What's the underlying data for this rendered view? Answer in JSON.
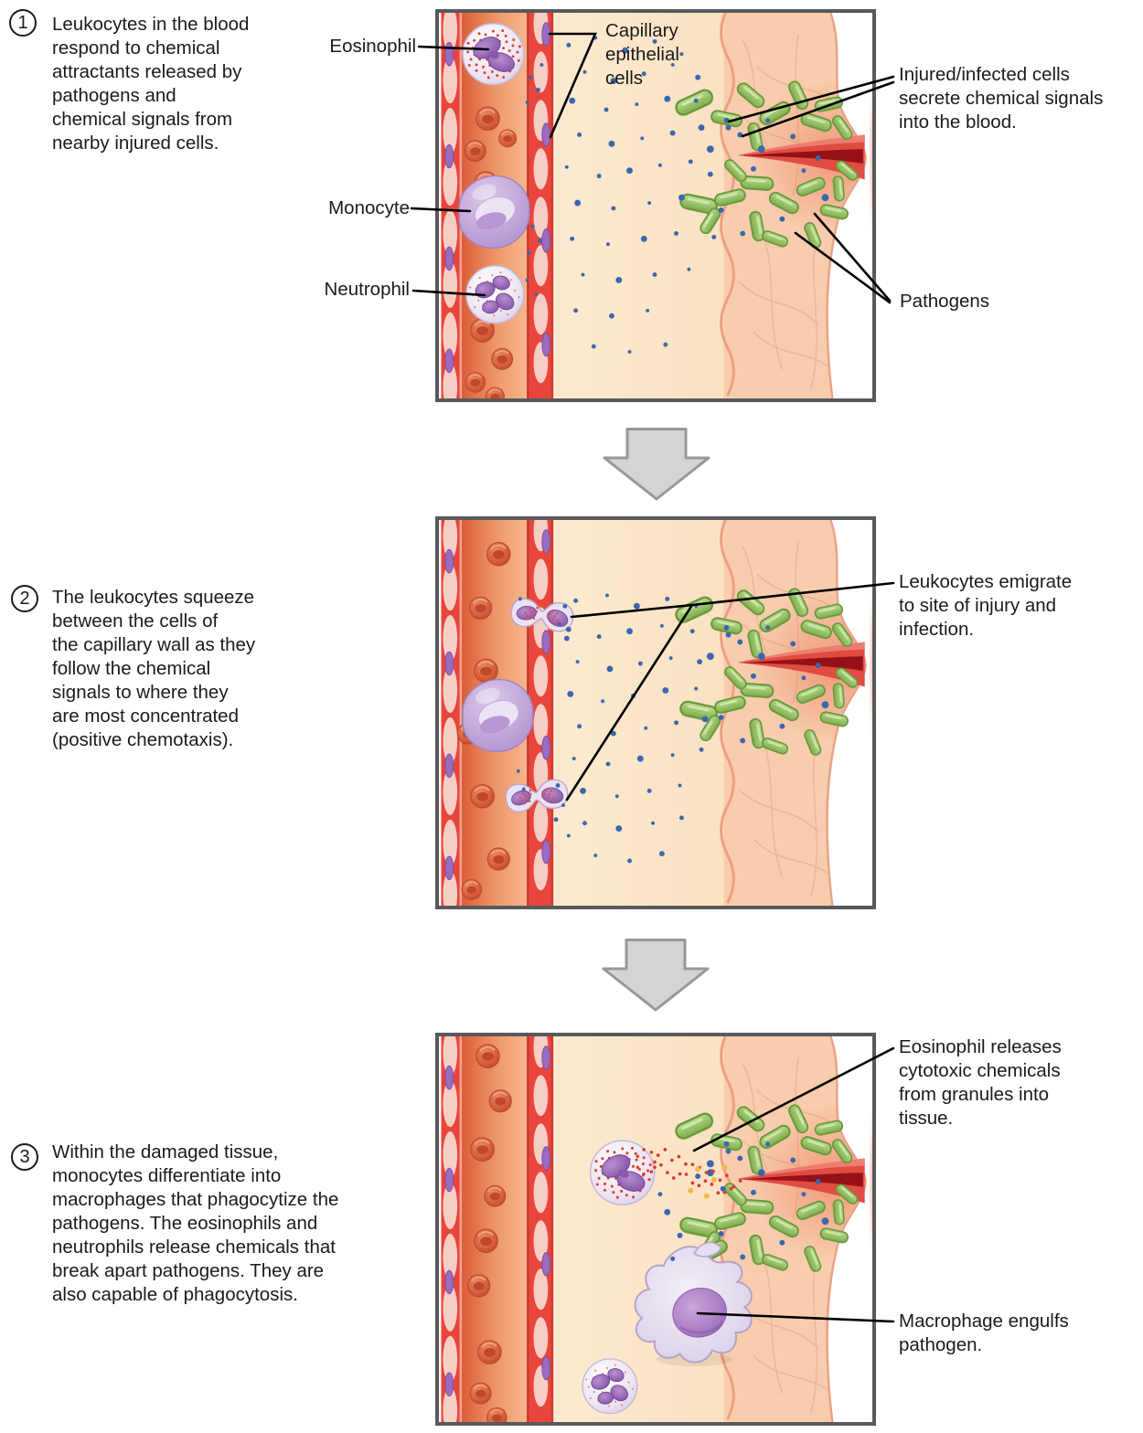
{
  "figure": {
    "steps": [
      {
        "number": "1",
        "text": "Leukocytes in the blood\nrespond to chemical\nattractants released by\npathogens and\nchemical signals from\nnearby injured cells."
      },
      {
        "number": "2",
        "text": "The leukocytes squeeze\nbetween the cells of\nthe capillary wall as they\nfollow the chemical\nsignals to where they\nare most concentrated\n(positive chemotaxis)."
      },
      {
        "number": "3",
        "text": "Within the damaged tissue,\nmonocytes differentiate into\nmacrophages that phagocytize the\npathogens. The eosinophils and\nneutrophils release chemicals that\nbreak apart pathogens. They are\nalso capable of phagocytosis."
      }
    ],
    "panel1_labels": {
      "eosinophil": "Eosinophil",
      "monocyte": "Monocyte",
      "neutrophil": "Neutrophil",
      "capillary_epithelial_cells": "Capillary\nepithelial\ncells",
      "injured_infected": "Injured/infected cells\nsecrete chemical signals\ninto the blood.",
      "pathogens": "Pathogens"
    },
    "panel2_labels": {
      "leukocytes_emigrate": "Leukocytes emigrate\nto site of injury and\ninfection."
    },
    "panel3_labels": {
      "eosinophil_releases": "Eosinophil releases\ncytotoxic chemicals\nfrom granules into\ntissue.",
      "macrophage_engulfs": "Macrophage engulfs\npathogen."
    },
    "icons": {
      "between_panels": "down-block-arrow"
    },
    "colors": {
      "text": "#1c1a1b",
      "panel_border": "#58595b",
      "arrow_fill": "#d2d4d6",
      "arrow_stroke": "#96989b",
      "chemical_signal_blue": "#3b67ae",
      "pathogen_green": "#8dbf5d",
      "wound_red": "#c72a28",
      "capillary_wall_red": "#e8463c",
      "leukocyte_purple": "#8a5cae",
      "rbc_orange_red": "#d05a3a",
      "tissue_cream": "#fbe6c9",
      "skin_peach": "#f8cdad"
    }
  }
}
